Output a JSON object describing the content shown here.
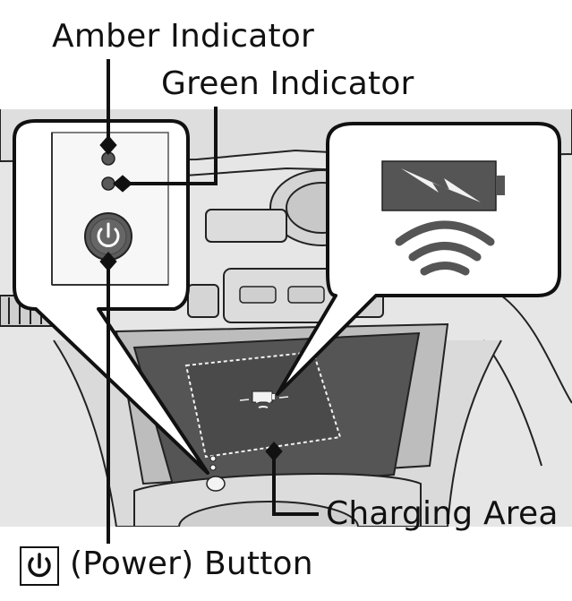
{
  "labels": {
    "amber_indicator": "Amber Indicator",
    "green_indicator": "Green Indicator",
    "charging_area": "Charging Area",
    "power_button": "(Power) Button"
  },
  "icons": {
    "power": "power-icon",
    "battery": "battery-charging-icon",
    "wireless": "wireless-charging-icon"
  },
  "colors": {
    "background_gray": "#e6e6e6",
    "panel_gray": "#d9d9d9",
    "pad_dark": "#4d4d4d",
    "button_dark": "#5a5a5a",
    "line": "#111111"
  }
}
